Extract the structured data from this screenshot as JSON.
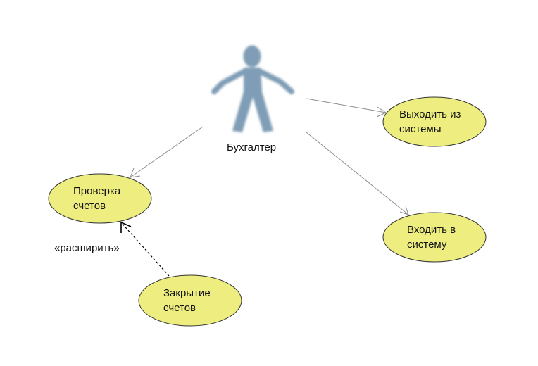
{
  "actor": {
    "name": "Бухгалтер",
    "icon": "stick-figure-icon",
    "color": "#7f9db6"
  },
  "use_cases": [
    {
      "id": "logout",
      "line1": "Выходить из",
      "line2": "системы"
    },
    {
      "id": "check",
      "line1": "Проверка",
      "line2": "счетов"
    },
    {
      "id": "login",
      "line1": "Входить в",
      "line2": "систему"
    },
    {
      "id": "close",
      "line1": "Закрытие",
      "line2": "счетов"
    }
  ],
  "relations": {
    "extend_label": "«расширить»"
  },
  "colors": {
    "usecase_fill": "#eeee80",
    "usecase_stroke": "#333333",
    "association": "#8c8c8c",
    "extend": "#000000"
  }
}
